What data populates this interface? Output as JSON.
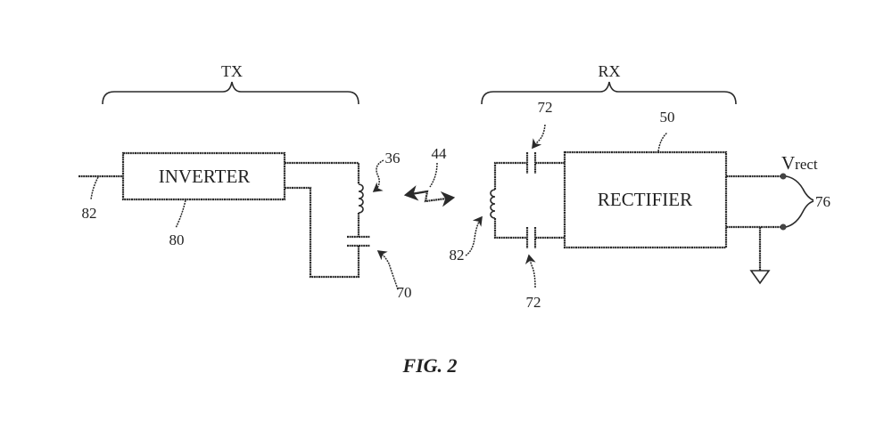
{
  "figure": {
    "caption": "FIG. 2",
    "sections": {
      "tx": "TX",
      "rx": "RX"
    },
    "blocks": {
      "inverter": "INVERTER",
      "rectifier": "RECTIFIER"
    },
    "reference_numerals": {
      "input_line": "82",
      "inverter": "80",
      "tx_coil": "36",
      "wireless_link": "44",
      "tx_capacitor": "70",
      "rx_coil": "82",
      "rx_capacitor_top": "72",
      "rx_capacitor_bottom": "72",
      "rectifier": "50",
      "output_terminals": "76"
    },
    "output_voltage": {
      "symbol": "V",
      "subscript": "rect"
    }
  }
}
